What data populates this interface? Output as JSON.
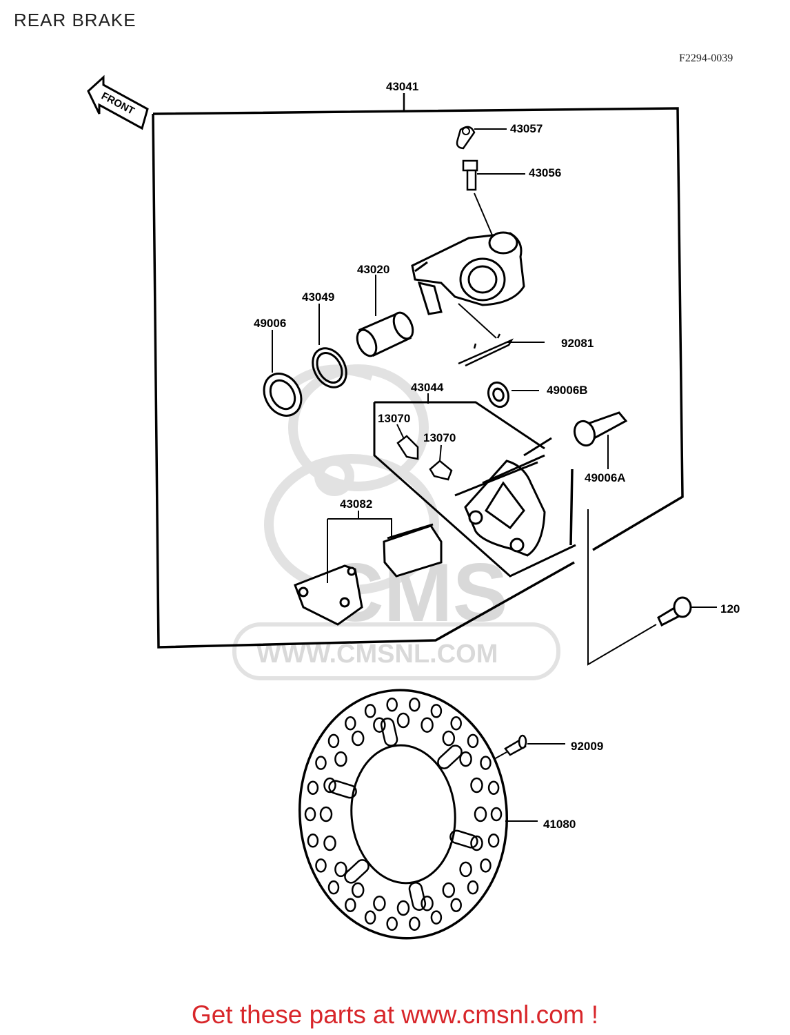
{
  "header": {
    "title": "REAR BRAKE",
    "figure_code": "F2294-0039"
  },
  "orientation": {
    "front_label": "FRONT"
  },
  "part_labels": {
    "p43041": "43041",
    "p43057": "43057",
    "p43056": "43056",
    "p43020": "43020",
    "p43049": "43049",
    "p49006": "49006",
    "p92081": "92081",
    "p43044": "43044",
    "p49006B": "49006B",
    "p13070a": "13070",
    "p13070b": "13070",
    "p49006A": "49006A",
    "p43082": "43082",
    "p120": "120",
    "p92009": "92009",
    "p41080": "41080"
  },
  "watermark": {
    "brand": "CMS",
    "url": "WWW.CMSNL.COM"
  },
  "footer": {
    "text": "Get these parts at www.cmsnl.com !"
  },
  "colors": {
    "footer_text": "#d8262a",
    "watermark": "#d9d9d9"
  }
}
